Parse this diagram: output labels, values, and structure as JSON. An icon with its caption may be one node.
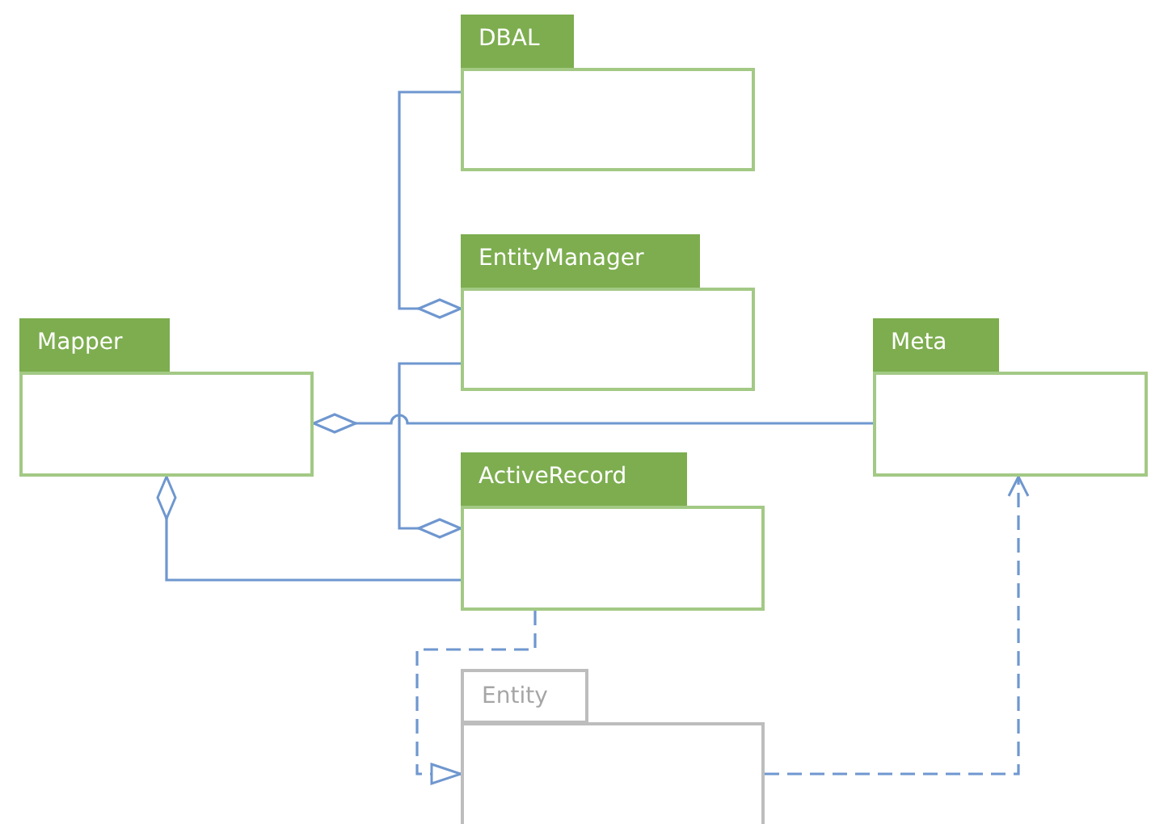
{
  "diagram": {
    "nodes": [
      {
        "text": [
          "DBAL"
        ]
      },
      {
        "text": [
          "EntityManager"
        ]
      },
      {
        "text": [
          "Mapper"
        ]
      },
      {
        "text": [
          "Meta"
        ]
      },
      {
        "text": [
          "ActiveRecord"
        ]
      },
      {
        "text": [
          "Entity"
        ]
      }
    ],
    "edges": [
      {
        "from": 0,
        "to": 1,
        "arrow": "other"
      },
      {
        "from": 1,
        "to": 4,
        "arrow": "other"
      },
      {
        "from": 3,
        "to": 2,
        "arrow": "other"
      },
      {
        "from": 4,
        "to": 2,
        "arrow": "other"
      },
      {
        "from": 4,
        "to": 5,
        "arrow": "to",
        "style": "dashed"
      },
      {
        "from": 5,
        "to": 3,
        "arrow": "to",
        "style": "dashed"
      }
    ]
  }
}
